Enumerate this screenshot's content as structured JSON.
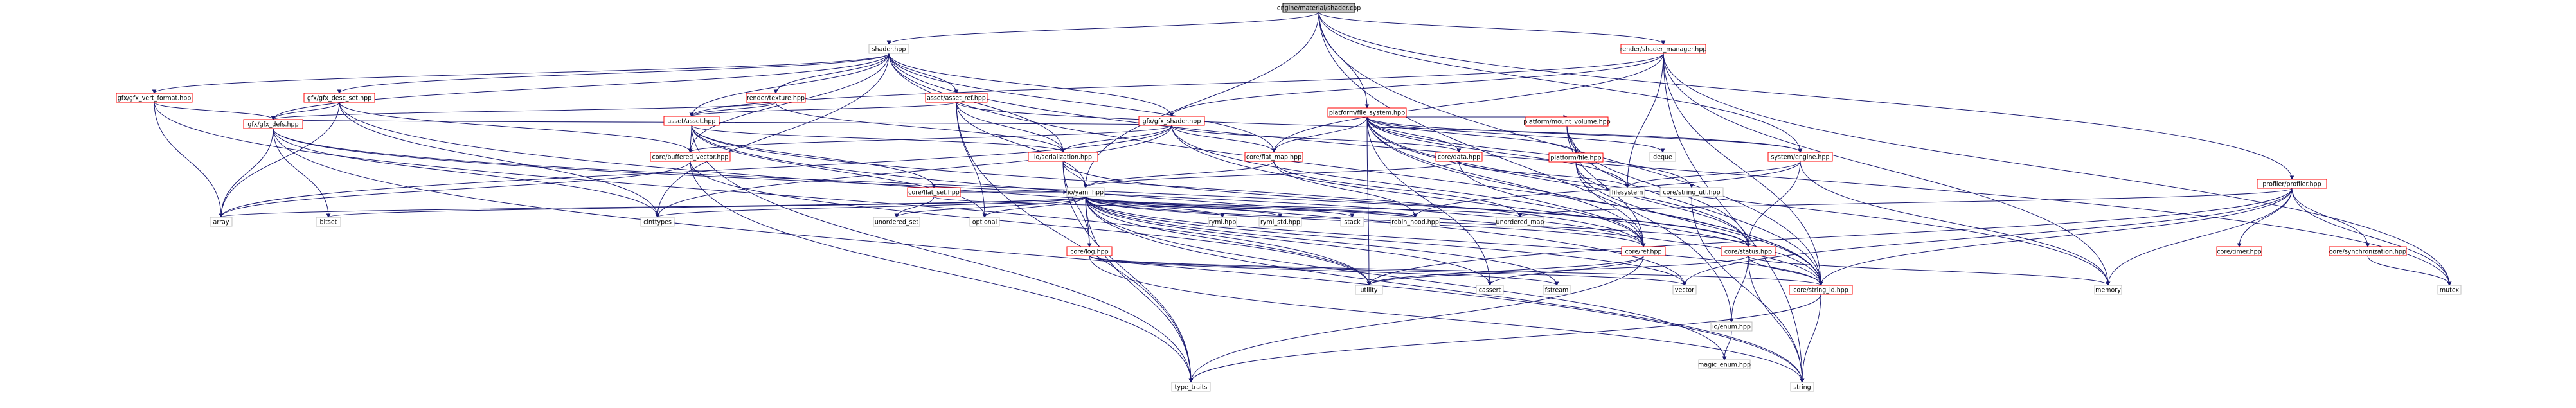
{
  "diagram": {
    "type": "include-dependency-graph",
    "colors": {
      "edge": "#191970",
      "documented_border": "#ff0000",
      "external_border": "#bfbfbf",
      "root_fill": "#bfbfbf",
      "background": "#ffffff"
    },
    "nodes": [
      {
        "id": "root",
        "label": "engine/material/shader.cpp",
        "kind": "root"
      },
      {
        "id": "shader",
        "label": "shader.hpp",
        "kind": "plain"
      },
      {
        "id": "render_shader_manager",
        "label": "render/shader_manager.hpp",
        "kind": "red"
      },
      {
        "id": "platform_file_system",
        "label": "platform/file_system.hpp",
        "kind": "red"
      },
      {
        "id": "profiler",
        "label": "profiler/profiler.hpp",
        "kind": "red"
      },
      {
        "id": "gfx_vert_format",
        "label": "gfx/gfx_vert_format.hpp",
        "kind": "red"
      },
      {
        "id": "gfx_desc_set",
        "label": "gfx/gfx_desc_set.hpp",
        "kind": "red"
      },
      {
        "id": "render_texture",
        "label": "render/texture.hpp",
        "kind": "red"
      },
      {
        "id": "asset_ref",
        "label": "asset/asset_ref.hpp",
        "kind": "red"
      },
      {
        "id": "gfx_shader",
        "label": "gfx/gfx_shader.hpp",
        "kind": "red"
      },
      {
        "id": "gfx_defs",
        "label": "gfx/gfx_defs.hpp",
        "kind": "red"
      },
      {
        "id": "asset_asset",
        "label": "asset/asset.hpp",
        "kind": "red"
      },
      {
        "id": "buffered_vector",
        "label": "core/buffered_vector.hpp",
        "kind": "red"
      },
      {
        "id": "io_serialization",
        "label": "io/serialization.hpp",
        "kind": "red"
      },
      {
        "id": "flat_map",
        "label": "core/flat_map.hpp",
        "kind": "red"
      },
      {
        "id": "core_data",
        "label": "core/data.hpp",
        "kind": "red"
      },
      {
        "id": "mount_volume",
        "label": "platform/mount_volume.hpp",
        "kind": "red"
      },
      {
        "id": "system_engine",
        "label": "system/engine.hpp",
        "kind": "red"
      },
      {
        "id": "deque",
        "label": "deque",
        "kind": "plain"
      },
      {
        "id": "string_utf",
        "label": "core/string_utf.hpp",
        "kind": "plain"
      },
      {
        "id": "platform_file",
        "label": "platform/file.hpp",
        "kind": "red"
      },
      {
        "id": "flat_set",
        "label": "core/flat_set.hpp",
        "kind": "red"
      },
      {
        "id": "io_yaml",
        "label": "io/yaml.hpp",
        "kind": "plain"
      },
      {
        "id": "filesystem",
        "label": "filesystem",
        "kind": "plain"
      },
      {
        "id": "array",
        "label": "array",
        "kind": "plain"
      },
      {
        "id": "bitset",
        "label": "bitset",
        "kind": "plain"
      },
      {
        "id": "cinttypes",
        "label": "cinttypes",
        "kind": "plain"
      },
      {
        "id": "unordered_set",
        "label": "unordered_set",
        "kind": "plain"
      },
      {
        "id": "optional",
        "label": "optional",
        "kind": "plain"
      },
      {
        "id": "core_log",
        "label": "core/log.hpp",
        "kind": "red"
      },
      {
        "id": "yaml_hpp",
        "label": "ryml.hpp",
        "kind": "plain"
      },
      {
        "id": "ryml_std",
        "label": "ryml_std.hpp",
        "kind": "plain"
      },
      {
        "id": "stack",
        "label": "stack",
        "kind": "plain"
      },
      {
        "id": "robin_hood",
        "label": "robin_hood.hpp",
        "kind": "plain"
      },
      {
        "id": "unordered_map",
        "label": "unordered_map",
        "kind": "plain"
      },
      {
        "id": "core_ref",
        "label": "core/ref.hpp",
        "kind": "red"
      },
      {
        "id": "core_status",
        "label": "core/status.hpp",
        "kind": "red"
      },
      {
        "id": "core_timer",
        "label": "core/timer.hpp",
        "kind": "red"
      },
      {
        "id": "core_sync",
        "label": "core/synchronization.hpp",
        "kind": "red"
      },
      {
        "id": "utility",
        "label": "utility",
        "kind": "plain"
      },
      {
        "id": "cassert",
        "label": "cassert",
        "kind": "plain"
      },
      {
        "id": "fstream",
        "label": "fstream",
        "kind": "plain"
      },
      {
        "id": "vector",
        "label": "vector",
        "kind": "plain"
      },
      {
        "id": "io_enum",
        "label": "io/enum.hpp",
        "kind": "plain"
      },
      {
        "id": "string_id",
        "label": "core/string_id.hpp",
        "kind": "red"
      },
      {
        "id": "memory",
        "label": "memory",
        "kind": "plain"
      },
      {
        "id": "mutex",
        "label": "mutex",
        "kind": "plain"
      },
      {
        "id": "type_traits",
        "label": "type_traits",
        "kind": "plain"
      },
      {
        "id": "magic_enum",
        "label": "magic_enum.hpp",
        "kind": "plain"
      },
      {
        "id": "string",
        "label": "string",
        "kind": "plain"
      }
    ],
    "edges": [
      [
        "root",
        "shader"
      ],
      [
        "root",
        "render_shader_manager"
      ],
      [
        "root",
        "platform_file_system"
      ],
      [
        "root",
        "profiler"
      ],
      [
        "root",
        "io_yaml"
      ],
      [
        "root",
        "system_engine"
      ],
      [
        "root",
        "string_id"
      ],
      [
        "root",
        "io_enum"
      ],
      [
        "shader",
        "gfx_vert_format"
      ],
      [
        "shader",
        "gfx_desc_set"
      ],
      [
        "shader",
        "render_texture"
      ],
      [
        "shader",
        "asset_ref"
      ],
      [
        "shader",
        "gfx_shader"
      ],
      [
        "shader",
        "gfx_defs"
      ],
      [
        "shader",
        "asset_asset"
      ],
      [
        "shader",
        "buffered_vector"
      ],
      [
        "shader",
        "io_serialization"
      ],
      [
        "shader",
        "flat_map"
      ],
      [
        "shader",
        "cinttypes"
      ],
      [
        "shader",
        "mutex"
      ],
      [
        "shader",
        "string_id"
      ],
      [
        "render_shader_manager",
        "gfx_shader"
      ],
      [
        "render_shader_manager",
        "asset_asset"
      ],
      [
        "render_shader_manager",
        "flat_map"
      ],
      [
        "render_shader_manager",
        "filesystem"
      ],
      [
        "render_shader_manager",
        "memory"
      ],
      [
        "render_shader_manager",
        "mutex"
      ],
      [
        "render_shader_manager",
        "string"
      ],
      [
        "render_shader_manager",
        "string_id"
      ],
      [
        "platform_file_system",
        "core_data"
      ],
      [
        "platform_file_system",
        "mount_volume"
      ],
      [
        "platform_file_system",
        "system_engine"
      ],
      [
        "platform_file_system",
        "deque"
      ],
      [
        "platform_file_system",
        "string_utf"
      ],
      [
        "platform_file_system",
        "platform_file"
      ],
      [
        "platform_file_system",
        "filesystem"
      ],
      [
        "platform_file_system",
        "core_ref"
      ],
      [
        "platform_file_system",
        "core_status"
      ],
      [
        "platform_file_system",
        "memory"
      ],
      [
        "platform_file_system",
        "string_id"
      ],
      [
        "platform_file_system",
        "utility"
      ],
      [
        "platform_file_system",
        "cassert"
      ],
      [
        "platform_file_system",
        "flat_map"
      ],
      [
        "profiler",
        "core_timer"
      ],
      [
        "profiler",
        "core_sync"
      ],
      [
        "profiler",
        "memory"
      ],
      [
        "profiler",
        "mutex"
      ],
      [
        "profiler",
        "string_id"
      ],
      [
        "profiler",
        "utility"
      ],
      [
        "profiler",
        "unordered_map"
      ],
      [
        "profiler",
        "vector"
      ],
      [
        "gfx_vert_format",
        "gfx_defs"
      ],
      [
        "gfx_vert_format",
        "array"
      ],
      [
        "gfx_vert_format",
        "utility"
      ],
      [
        "gfx_desc_set",
        "gfx_defs"
      ],
      [
        "gfx_desc_set",
        "buffered_vector"
      ],
      [
        "gfx_desc_set",
        "array"
      ],
      [
        "gfx_desc_set",
        "cinttypes"
      ],
      [
        "gfx_desc_set",
        "vector"
      ],
      [
        "render_texture",
        "asset_asset"
      ],
      [
        "render_texture",
        "gfx_defs"
      ],
      [
        "render_texture",
        "io_serialization"
      ],
      [
        "asset_ref",
        "asset_asset"
      ],
      [
        "asset_ref",
        "io_serialization"
      ],
      [
        "asset_ref",
        "io_yaml"
      ],
      [
        "asset_ref",
        "optional"
      ],
      [
        "asset_ref",
        "system_engine"
      ],
      [
        "asset_ref",
        "type_traits"
      ],
      [
        "gfx_shader",
        "gfx_defs"
      ],
      [
        "gfx_shader",
        "buffered_vector"
      ],
      [
        "gfx_shader",
        "io_serialization"
      ],
      [
        "gfx_shader",
        "flat_map"
      ],
      [
        "gfx_shader",
        "core_data"
      ],
      [
        "gfx_shader",
        "array"
      ],
      [
        "gfx_shader",
        "core_ref"
      ],
      [
        "gfx_shader",
        "string_id"
      ],
      [
        "gfx_shader",
        "cinttypes"
      ],
      [
        "gfx_defs",
        "array"
      ],
      [
        "gfx_defs",
        "bitset"
      ],
      [
        "gfx_defs",
        "cinttypes"
      ],
      [
        "gfx_defs",
        "string"
      ],
      [
        "gfx_defs",
        "core_status"
      ],
      [
        "gfx_defs",
        "core_ref"
      ],
      [
        "asset_asset",
        "buffered_vector"
      ],
      [
        "asset_asset",
        "flat_set"
      ],
      [
        "asset_asset",
        "core_ref"
      ],
      [
        "asset_asset",
        "string_id"
      ],
      [
        "asset_asset",
        "io_serialization"
      ],
      [
        "asset_asset",
        "optional"
      ],
      [
        "asset_asset",
        "type_traits"
      ],
      [
        "buffered_vector",
        "array"
      ],
      [
        "buffered_vector",
        "type_traits"
      ],
      [
        "buffered_vector",
        "utility"
      ],
      [
        "io_serialization",
        "io_yaml"
      ],
      [
        "io_serialization",
        "core_log"
      ],
      [
        "io_serialization",
        "core_status"
      ],
      [
        "io_serialization",
        "type_traits"
      ],
      [
        "flat_map",
        "io_yaml"
      ],
      [
        "flat_map",
        "robin_hood"
      ],
      [
        "flat_map",
        "unordered_map"
      ],
      [
        "core_data",
        "io_yaml"
      ],
      [
        "core_data",
        "core_ref"
      ],
      [
        "core_data",
        "filesystem"
      ],
      [
        "mount_volume",
        "platform_file"
      ],
      [
        "mount_volume",
        "core_ref"
      ],
      [
        "mount_volume",
        "core_status"
      ],
      [
        "mount_volume",
        "string_id"
      ],
      [
        "system_engine",
        "filesystem"
      ],
      [
        "system_engine",
        "core_status"
      ],
      [
        "system_engine",
        "memory"
      ],
      [
        "system_engine",
        "robin_hood"
      ],
      [
        "string_utf",
        "string"
      ],
      [
        "platform_file",
        "core_ref"
      ],
      [
        "platform_file",
        "core_status"
      ],
      [
        "platform_file",
        "string_id"
      ],
      [
        "flat_set",
        "io_yaml"
      ],
      [
        "flat_set",
        "robin_hood"
      ],
      [
        "flat_set",
        "unordered_set"
      ],
      [
        "io_yaml",
        "array"
      ],
      [
        "io_yaml",
        "bitset"
      ],
      [
        "io_yaml",
        "cinttypes"
      ],
      [
        "io_yaml",
        "unordered_set"
      ],
      [
        "io_yaml",
        "optional"
      ],
      [
        "io_yaml",
        "core_log"
      ],
      [
        "io_yaml",
        "yaml_hpp"
      ],
      [
        "io_yaml",
        "ryml_std"
      ],
      [
        "io_yaml",
        "stack"
      ],
      [
        "io_yaml",
        "robin_hood"
      ],
      [
        "io_yaml",
        "unordered_map"
      ],
      [
        "io_yaml",
        "core_ref"
      ],
      [
        "io_yaml",
        "core_status"
      ],
      [
        "io_yaml",
        "utility"
      ],
      [
        "io_yaml",
        "cassert"
      ],
      [
        "io_yaml",
        "fstream"
      ],
      [
        "io_yaml",
        "vector"
      ],
      [
        "io_yaml",
        "string_id"
      ],
      [
        "io_yaml",
        "type_traits"
      ],
      [
        "io_yaml",
        "magic_enum"
      ],
      [
        "io_yaml",
        "string"
      ],
      [
        "core_log",
        "fstream"
      ],
      [
        "core_log",
        "vector"
      ],
      [
        "core_log",
        "string"
      ],
      [
        "core_log",
        "string_id"
      ],
      [
        "core_ref",
        "utility"
      ],
      [
        "core_ref",
        "cassert"
      ],
      [
        "core_ref",
        "type_traits"
      ],
      [
        "core_status",
        "string_id"
      ],
      [
        "core_status",
        "string"
      ],
      [
        "core_status",
        "utility"
      ],
      [
        "core_status",
        "io_enum"
      ],
      [
        "core_status",
        "memory"
      ],
      [
        "core_sync",
        "mutex"
      ],
      [
        "io_enum",
        "magic_enum"
      ],
      [
        "string_id",
        "type_traits"
      ],
      [
        "string_id",
        "string"
      ]
    ]
  }
}
